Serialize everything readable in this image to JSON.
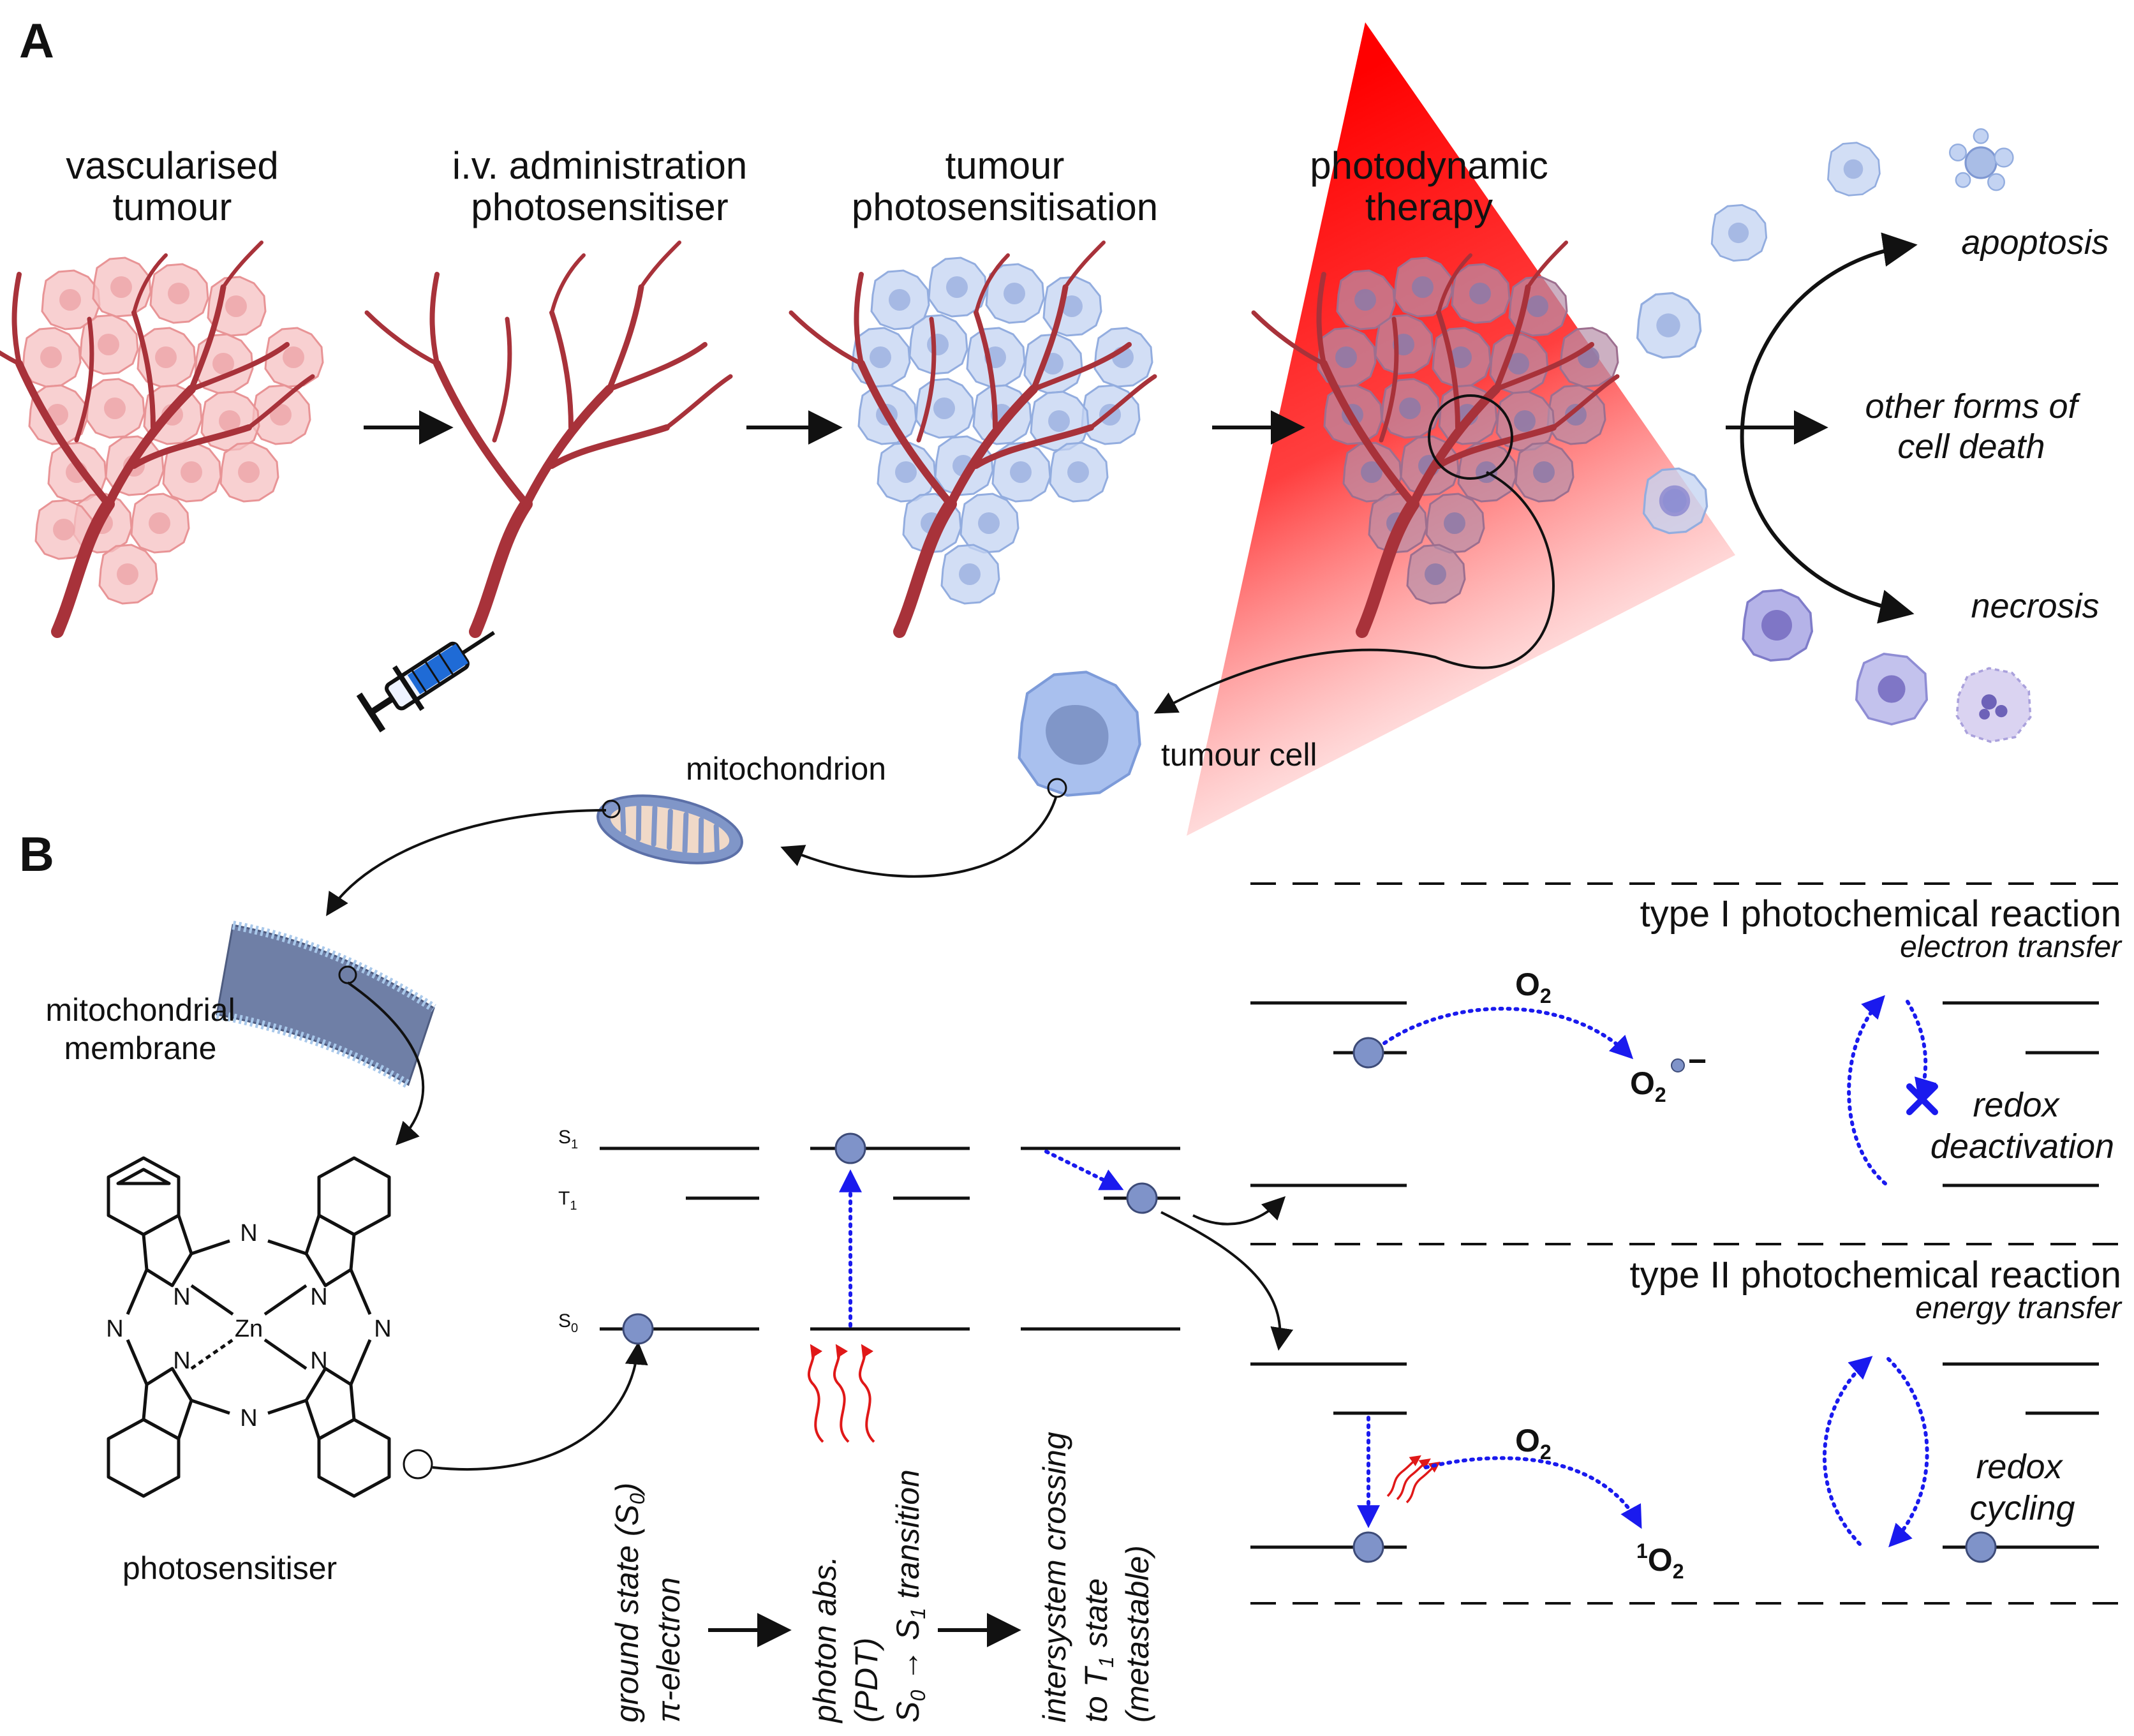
{
  "panels": {
    "a": "A",
    "b": "B"
  },
  "stages": [
    {
      "line1": "vascularised",
      "line2": "tumour"
    },
    {
      "line1": "i.v. administration",
      "line2": "photosensitiser"
    },
    {
      "line1": "tumour",
      "line2": "photosensitisation"
    },
    {
      "line1": "photodynamic",
      "line2": "therapy"
    }
  ],
  "outcomes": {
    "apoptosis": "apoptosis",
    "other_line1": "other forms of",
    "other_line2": "cell death",
    "necrosis": "necrosis"
  },
  "labels": {
    "tumour_cell": "tumour cell",
    "mitochondrion": "mitochondrion",
    "membrane_line1": "mitochondrial",
    "membrane_line2": "membrane",
    "photosensitiser": "photosensitiser"
  },
  "molecule": {
    "n": "N",
    "zn": "Zn"
  },
  "jablonski": {
    "s1": "S",
    "s1_sub": "1",
    "t1": "T",
    "t1_sub": "1",
    "s0": "S",
    "s0_sub": "0",
    "ground_line1": "ground state (S",
    "ground_sub": "0",
    "ground_close": ")",
    "ground_line2": "π-electron",
    "abs_line1": "photon abs.",
    "abs_line2": "(PDT)",
    "abs_line3_a": "S",
    "abs_sub_a": "0",
    "abs_arrow": " → S",
    "abs_sub_b": "1",
    "abs_line3_b": " transition",
    "isc_line1": "intersystem crossing",
    "isc_line2_a": "to T",
    "isc_sub": "1",
    "isc_line2_b": " state",
    "isc_line3": "(metastable)"
  },
  "reactions": {
    "type1_title": "type I photochemical reaction",
    "type1_sub": "electron transfer",
    "o2": "O",
    "o2_sub": "2",
    "superoxide": "O",
    "superoxide_sub": "2",
    "superoxide_charge": "−",
    "redox_deactivation_line1": "redox",
    "redox_deactivation_line2": "deactivation",
    "type2_title": "type II photochemical reaction",
    "type2_sub": "energy transfer",
    "singlet_sup": "1",
    "singlet": "O",
    "singlet_sub": "2",
    "redox_cycling_line1": "redox",
    "redox_cycling_line2": "cycling"
  },
  "colors": {
    "tumour_pink": "#f4b6b8",
    "vessel": "#a8323a",
    "photosensitised_blue": "#b7c9ee",
    "laser_red": "#ff1a1a",
    "electron": "#7f93c9",
    "transfer_arrow": "#1a1aee",
    "photon": "#e01818",
    "nucleus": "#8096c8"
  }
}
